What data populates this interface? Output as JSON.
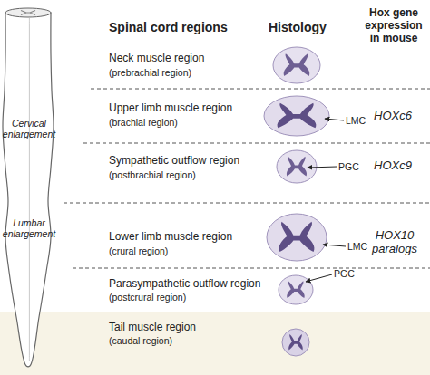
{
  "diagram": {
    "nodes": [
      {
        "text": [
          "Cervical enlargement",
          "Lumbar enlargement"
        ]
      },
      {
        "text": [
          "Tail muscle region",
          "(caudal region)"
        ]
      }
    ],
    "labels": [
      "Spinal cord regions",
      "Histology",
      "Hox gene expression in mouse",
      "Neck muscle region",
      "(prebrachial region)",
      "Upper limb muscle region",
      "(brachial region)",
      "LMC",
      "HOXc6",
      "Sympathetic outflow region",
      "(postbrachial region)",
      "PGC",
      "HOXc9",
      "Lower limb muscle region",
      "(crural region)",
      "LMC",
      "HOX10 paralogs",
      "Parasympathetic outflow region",
      "(postcrural region)",
      "PGC"
    ]
  }
}
